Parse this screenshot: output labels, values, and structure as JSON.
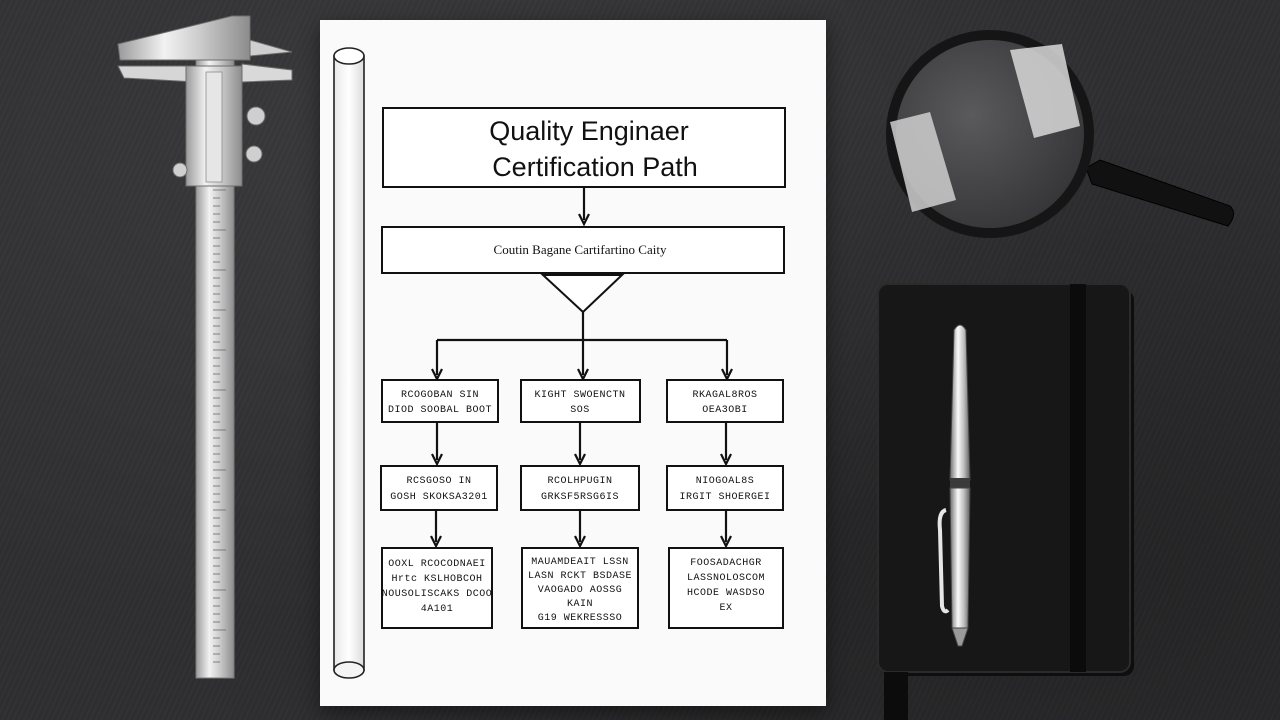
{
  "document": {
    "title_lines": [
      "Quality Enginaer",
      "Certification Path"
    ],
    "subtitle": "Coutin Bagane Cartifartino Caity",
    "columns": [
      {
        "tiers": [
          [
            "RCOGOBAN SIN",
            "DIOD SOOBAL BOOT"
          ],
          [
            "RCSGOSO IN",
            "GOSH SKOKSA3201"
          ],
          [
            "OOXL RCOCODNAEI",
            "Hrtc KSLHOBCOH",
            "NOUSOLISCAKS DCOO",
            "4A101"
          ]
        ]
      },
      {
        "tiers": [
          [
            "KIGHT SWOENCTN",
            "SOS"
          ],
          [
            "RCOLHPUGIN",
            "GRKSF5RSG6IS"
          ],
          [
            "MAUAMDEAIT LSSN",
            "LASN RCKT BSDASE",
            "VAOGADO AOSSG",
            "KAIN",
            "G19 WEKRESSSO"
          ]
        ]
      },
      {
        "tiers": [
          [
            "RKAGAL8ROS",
            "OEA3OBI"
          ],
          [
            "NIOGOAL8S",
            "IRGIT SHOERGEI"
          ],
          [
            "FOOSADACHGR",
            "LASSNOLOSCOM",
            "HCODE WASDSO",
            "EX"
          ]
        ]
      }
    ]
  }
}
